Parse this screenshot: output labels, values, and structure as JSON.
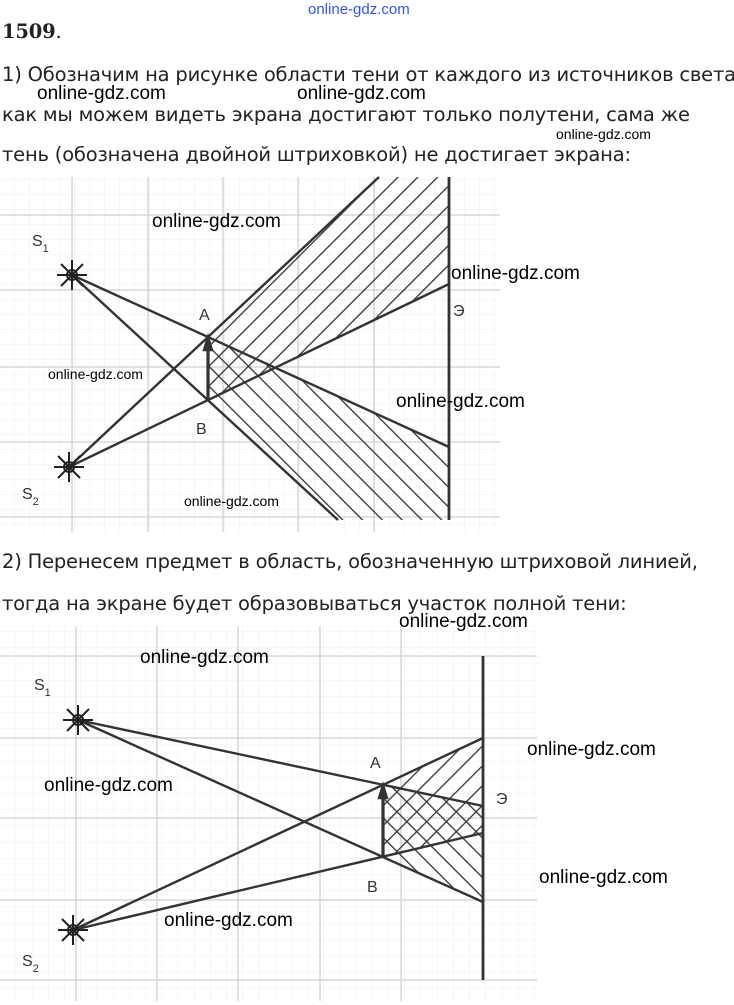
{
  "problem_number": "1509",
  "problem_number_dot": ".",
  "part1": {
    "lines": [
      "1) Обозначим на рисунке области тени от каждого из источников света,",
      "как мы можем видеть экрана достигают только полутени, сама же",
      "тень (обозначена двойной штриховкой) не достигает экрана:"
    ]
  },
  "part2": {
    "lines": [
      "2) Перенесем предмет в область, обозначенную штриховой линией,",
      "тогда на экране будет образовываться участок полной тени:"
    ]
  },
  "diagram_labels": {
    "s": "S",
    "sub1": "1",
    "sub2": "2",
    "a": "A",
    "b": "B",
    "screen": "Э"
  },
  "watermark": "online-gdz.com",
  "colors": {
    "grid": "#d8d8d8",
    "line": "#333333",
    "watermark_top": "#3355ee"
  }
}
